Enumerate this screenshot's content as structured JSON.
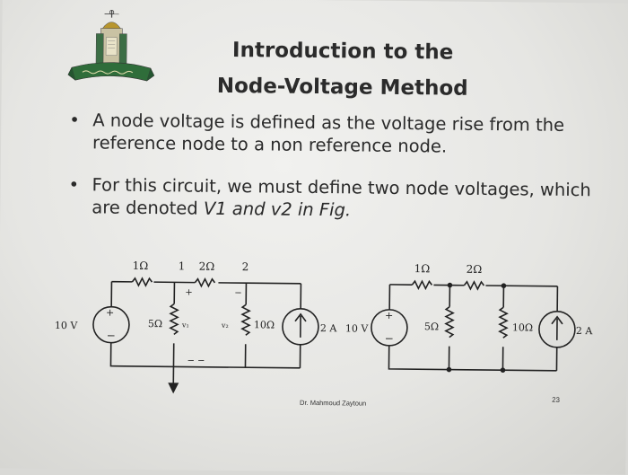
{
  "slide": {
    "title_line1": "Introduction to the",
    "title_line2": "Node-Voltage Method",
    "bullets": [
      {
        "text": "A node voltage is defined as the voltage rise from the reference node to a non reference node."
      },
      {
        "text_before": "For this circuit, we must define two node voltages, which are denoted ",
        "text_italic": "V1 and v2 in Fig."
      }
    ],
    "bullet_symbol": "•",
    "footer_author": "Dr. Mahmoud Zaytoun",
    "page_number": "23"
  },
  "circuit_left": {
    "r1": "1Ω",
    "node1": "1",
    "r2": "2Ω",
    "node2": "2",
    "plus": "+",
    "minus": "−",
    "source_v": "10 V",
    "r_shunt1": "5Ω",
    "v1": "v₁",
    "v2": "v₂",
    "r_shunt2": "10Ω",
    "source_i": "2 A",
    "ref_minus": "− −"
  },
  "circuit_right": {
    "r1": "1Ω",
    "r2": "2Ω",
    "source_v": "10 V",
    "r_shunt1": "5Ω",
    "r_shunt2": "10Ω",
    "source_i": "2 A"
  },
  "colors": {
    "text": "#2a2a2a",
    "slide_bg": "#ecebe8",
    "logo_green": "#2f6d3a",
    "logo_gold": "#b8962e"
  }
}
